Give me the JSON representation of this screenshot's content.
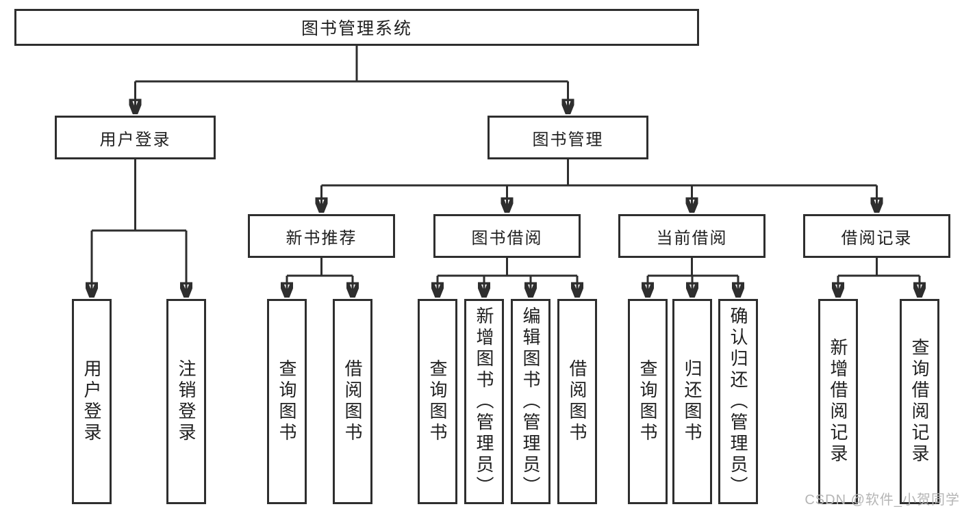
{
  "diagram": {
    "root": "图书管理系统",
    "login": {
      "label": "用户登录",
      "children": {
        "user_login": "用户登录",
        "logout": "注销登录"
      }
    },
    "management": {
      "label": "图书管理",
      "sections": {
        "new_books": {
          "label": "新书推荐",
          "children": {
            "query": "查询图书",
            "borrow": "借阅图书"
          }
        },
        "borrowing": {
          "label": "图书借阅",
          "children": {
            "query": "查询图书",
            "add": "新增图书（管理员）",
            "edit": "编辑图书（管理员）",
            "borrow": "借阅图书"
          }
        },
        "current": {
          "label": "当前借阅",
          "children": {
            "query": "查询图书",
            "return": "归还图书",
            "confirm": "确认归还（管理员）"
          }
        },
        "records": {
          "label": "借阅记录",
          "children": {
            "add": "新增借阅记录",
            "query": "查询借阅记录"
          }
        }
      }
    }
  },
  "watermark": "CSDN @软件_小贺同学",
  "colors": {
    "line": "#2e2e2e",
    "text": "#1f1f1f",
    "watermark": "#b5b5b5",
    "background": "#ffffff"
  }
}
